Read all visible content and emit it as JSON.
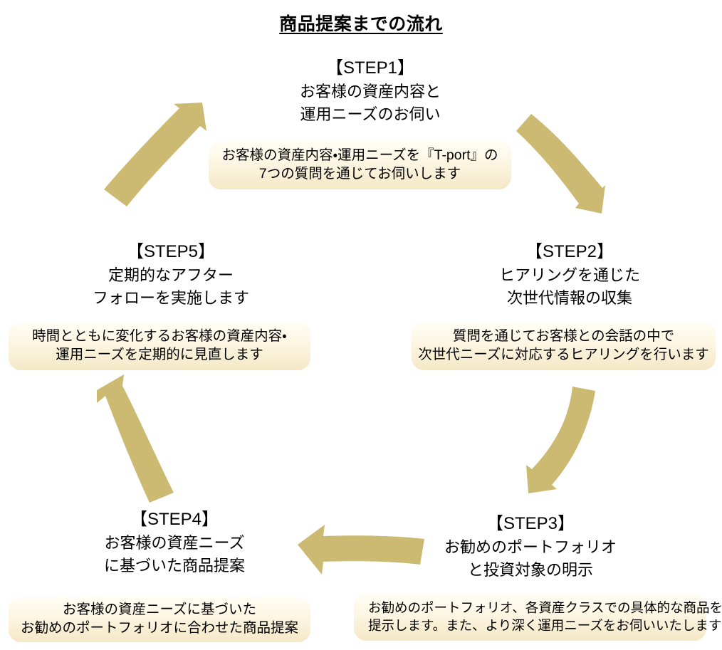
{
  "title": "商品提案までの流れ",
  "accent_colors": {
    "arrow_fill": "#ccba73",
    "callout_top": "#fffdf6",
    "callout_bottom": "#f4e8c6",
    "text": "#000000"
  },
  "steps": [
    {
      "id": "step1",
      "heading": "【STEP1】",
      "lines": [
        "お客様の資産内容と",
        "運用ニーズのお伺い"
      ],
      "callout": {
        "align": "center",
        "lines": [
          "お客様の資産内容・運用ニーズを『T-port』の",
          "7つの質問を通じてお伺いします"
        ]
      }
    },
    {
      "id": "step2",
      "heading": "【STEP2】",
      "lines": [
        "ヒアリングを通じた",
        "次世代情報の収集"
      ],
      "callout": {
        "align": "center",
        "lines": [
          "質問を通じてお客様との会話の中で",
          "次世代ニーズに対応するヒアリングを行います"
        ]
      }
    },
    {
      "id": "step3",
      "heading": "【STEP3】",
      "lines": [
        "お勧めのポートフォリオ",
        "と投資対象の明示"
      ],
      "callout": {
        "align": "left",
        "lines": [
          "お勧めのポートフォリオ、各資産クラスでの具体的な商品を",
          "提示します。また、より深く運用ニーズをお伺いいたします"
        ]
      }
    },
    {
      "id": "step4",
      "heading": "【STEP4】",
      "lines": [
        "お客様の資産ニーズ",
        "に基づいた商品提案"
      ],
      "callout": {
        "align": "center",
        "lines": [
          "お客様の資産ニーズに基づいた",
          "お勧めのポートフォリオに合わせた商品提案"
        ]
      }
    },
    {
      "id": "step5",
      "heading": "【STEP5】",
      "lines": [
        "定期的なアフター",
        "フォローを実施します"
      ],
      "callout": {
        "align": "center",
        "lines": [
          "時間とともに変化するお客様の資産内容・",
          "運用ニーズを定期的に見直します"
        ]
      }
    }
  ],
  "arrows": [
    {
      "name": "arrow-step1-to-step2",
      "direction": "down-right"
    },
    {
      "name": "arrow-step2-to-step3",
      "direction": "down-left"
    },
    {
      "name": "arrow-step3-to-step4",
      "direction": "left"
    },
    {
      "name": "arrow-step4-to-step5",
      "direction": "up-left"
    },
    {
      "name": "arrow-step5-to-step1",
      "direction": "up-right"
    }
  ]
}
